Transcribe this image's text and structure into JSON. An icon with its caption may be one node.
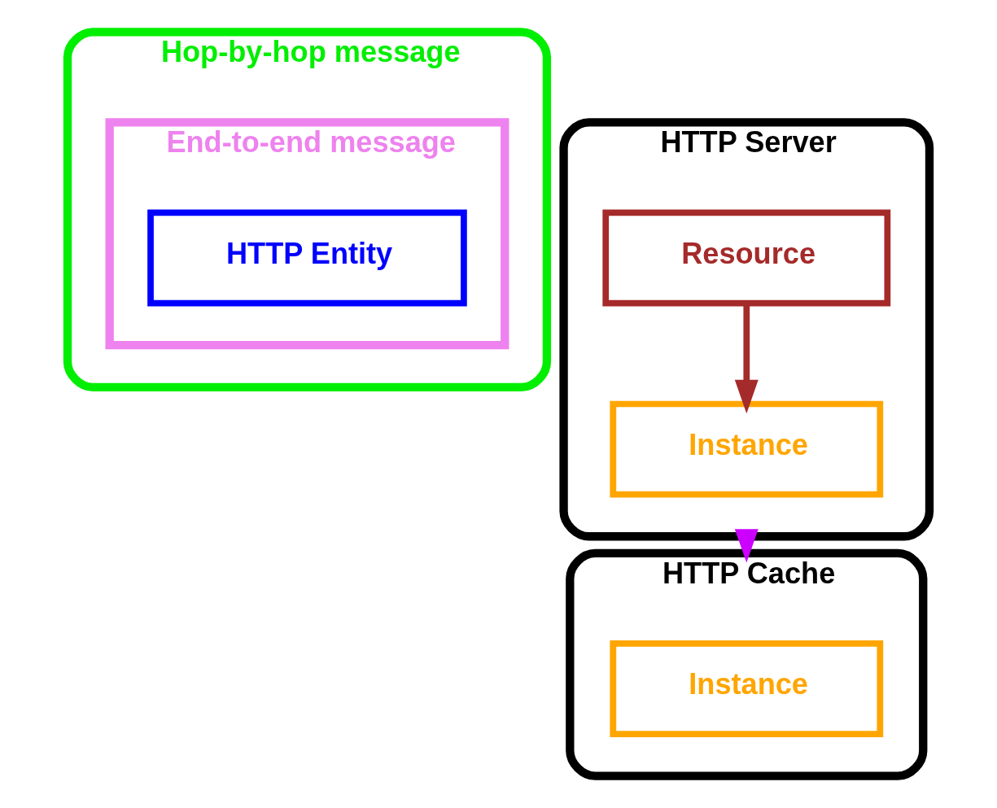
{
  "diagram": {
    "nodes": [
      {
        "text": [
          "Hop-by-hop message"
        ]
      },
      {
        "text": [
          "End-to-end message"
        ],
        "in": 0
      },
      {
        "text": [
          "HTTP Entity"
        ],
        "in": 1
      },
      {
        "text": [
          "HTTP Server"
        ]
      },
      {
        "text": [
          "Resource"
        ],
        "in": 3
      },
      {
        "text": [
          "Instance"
        ],
        "in": 3
      },
      {
        "text": [
          "HTTP Cache"
        ]
      },
      {
        "text": [
          "Instance"
        ],
        "in": 6
      }
    ],
    "edges": [
      {
        "from": 4,
        "to": 5,
        "arrow": "to",
        "color": "#a52a2a"
      },
      {
        "from": 3,
        "to": 6,
        "arrow": "to",
        "color": "#cc00ff"
      }
    ]
  }
}
